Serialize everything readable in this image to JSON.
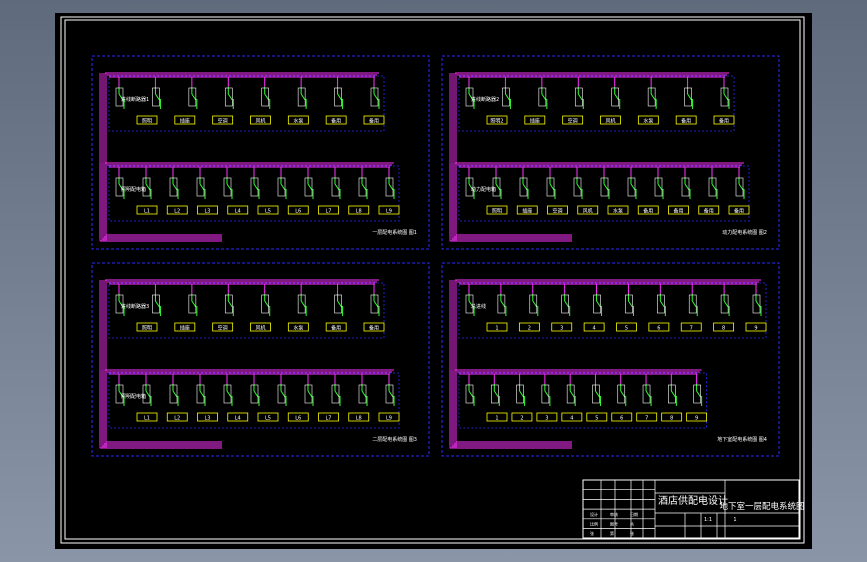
{
  "app": {
    "background": "#7a8698",
    "sheet_color": "#000000"
  },
  "colors": {
    "frame": "#ffffff",
    "panel_border": "#2a2aff",
    "busbar": "#ff33ff",
    "breaker": "#33ff33",
    "label_box": "#ffff00",
    "text": "#ffffff"
  },
  "panels": [
    {
      "id": "panel-1",
      "rows": [
        {
          "incoming_label": "进线断路器1",
          "breakers": 8,
          "outputs": [
            "照明",
            "插座",
            "空调",
            "风机",
            "水泵",
            "备用",
            "备用"
          ]
        },
        {
          "incoming_label": "照明配电箱",
          "breakers": 11,
          "outputs": [
            "L1",
            "L2",
            "L3",
            "L4",
            "L5",
            "L6",
            "L7",
            "L8",
            "L9"
          ]
        }
      ],
      "caption": "一层配电系统图 图1"
    },
    {
      "id": "panel-2",
      "rows": [
        {
          "incoming_label": "进线断路器2",
          "breakers": 8,
          "outputs": [
            "照明2",
            "插座",
            "空调",
            "风机",
            "水泵",
            "备用",
            "备用"
          ]
        },
        {
          "incoming_label": "动力配电箱",
          "breakers": 11,
          "outputs": [
            "照明",
            "插座",
            "空调",
            "风机",
            "水泵",
            "备用",
            "备用",
            "备用",
            "备用"
          ]
        }
      ],
      "caption": "动力配电系统图 图2"
    },
    {
      "id": "panel-3",
      "rows": [
        {
          "incoming_label": "进线断路器3",
          "breakers": 8,
          "outputs": [
            "照明",
            "插座",
            "空调",
            "风机",
            "水泵",
            "备用",
            "备用"
          ]
        },
        {
          "incoming_label": "照明配电箱",
          "breakers": 11,
          "outputs": [
            "L1",
            "L2",
            "L3",
            "L4",
            "L5",
            "L6",
            "L7",
            "L8",
            "L9"
          ]
        }
      ],
      "caption": "二层配电系统图 图3"
    },
    {
      "id": "panel-4",
      "rows": [
        {
          "incoming_label": "总进线",
          "breakers": 10,
          "outputs": [
            "1",
            "2",
            "3",
            "4",
            "5",
            "6",
            "7",
            "8",
            "9"
          ]
        },
        {
          "incoming_label": "",
          "breakers": 10,
          "outputs": [
            "1",
            "2",
            "3",
            "4",
            "5",
            "6",
            "7",
            "8",
            "9"
          ]
        }
      ],
      "caption": "地下室配电系统图 图4"
    }
  ],
  "title_block": {
    "design_title": "酒店供配电设计",
    "drawing_name": "地下室一层配电系统图",
    "scale": "1:1",
    "sheet_no": "1",
    "small_cells": [
      "设计",
      "审核",
      "日期",
      "比例",
      "图号",
      "共",
      "张",
      "第",
      "张"
    ]
  }
}
